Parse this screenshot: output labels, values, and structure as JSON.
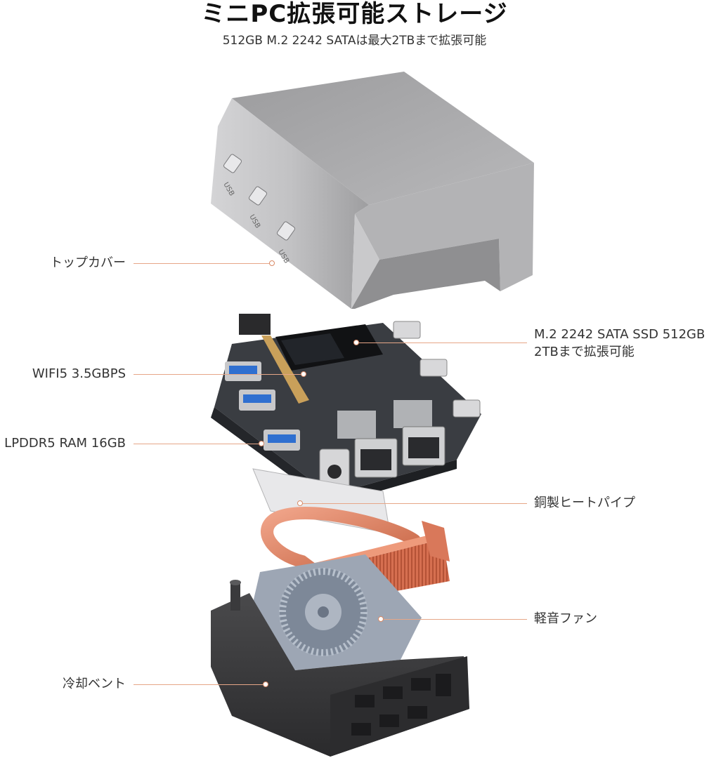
{
  "header": {
    "title": "ミニPC拡張可能ストレージ",
    "subtitle": "512GB M.2 2242 SATAは最大2TBまで拡張可能"
  },
  "cover": {
    "usb_label": "USB"
  },
  "callouts": {
    "top_cover": "トップカバー",
    "wifi": "WIFI5 3.5GBPS",
    "ram": "LPDDR5 RAM 16GB",
    "ssd_line1": "M.2 2242 SATA SSD 512GB",
    "ssd_line2": "2TBまで拡張可能",
    "heat_pipe": "銅製ヒートパイプ",
    "fan": "軽音ファン",
    "vent": "冷却ベント"
  },
  "colors": {
    "leader": "#e6a687",
    "cover": "#a9a9ab",
    "board": "#3a3d42",
    "copper": "#d9785a",
    "usb_blue": "#2f6fd0",
    "base": "#3a3a3c"
  }
}
